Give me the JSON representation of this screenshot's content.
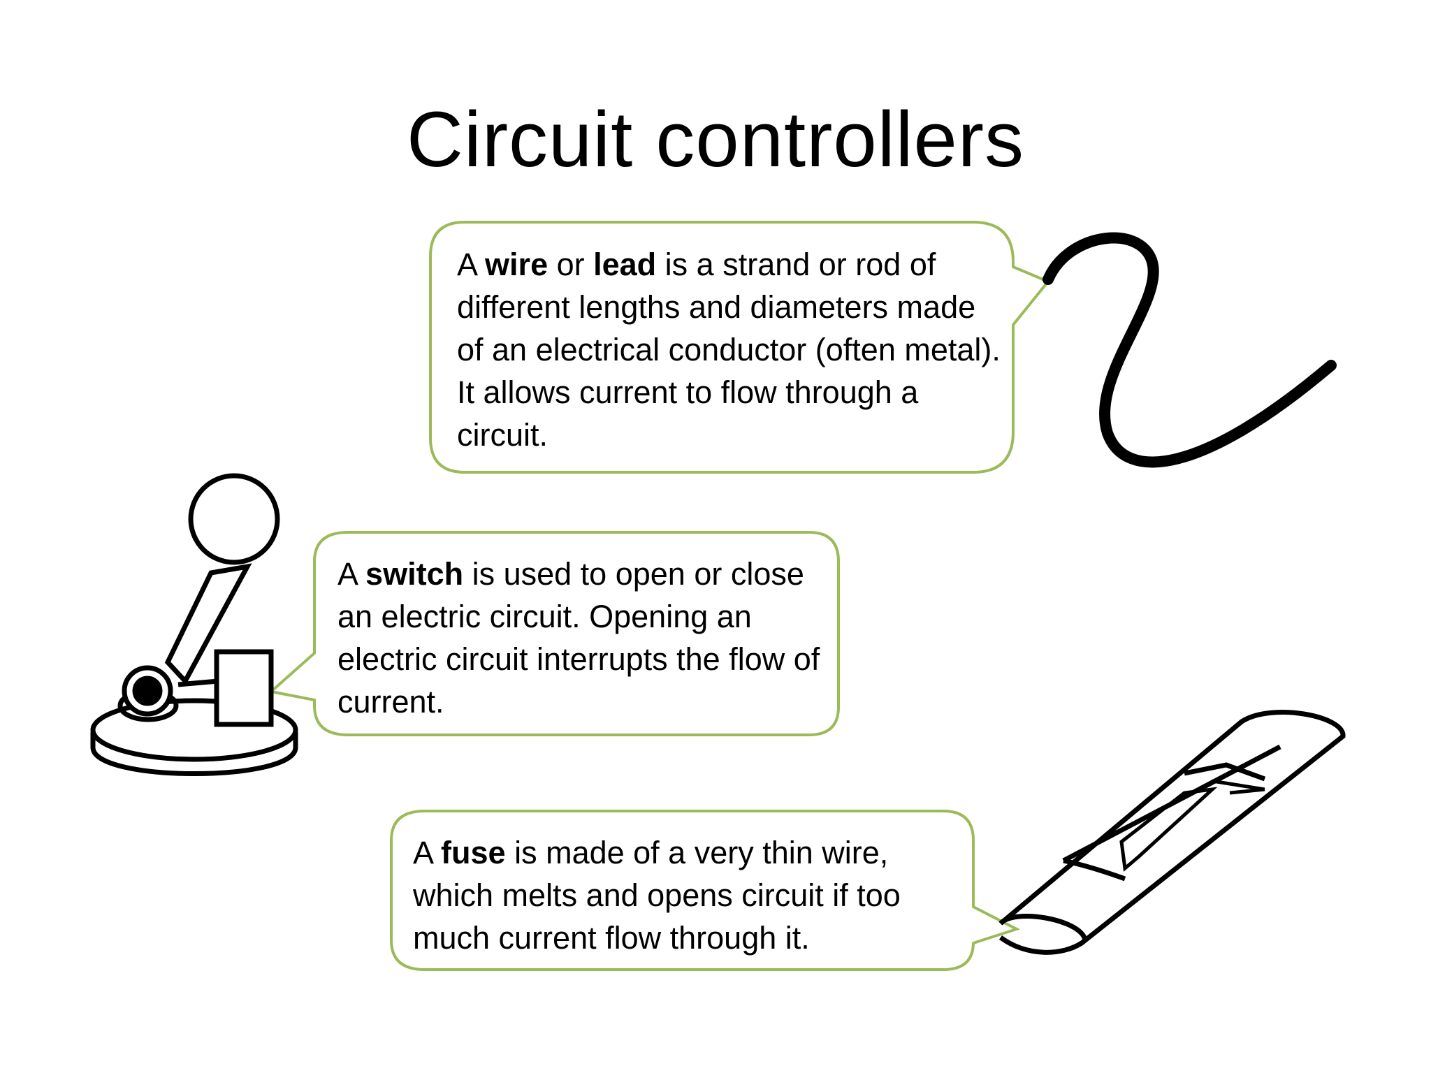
{
  "slide": {
    "title": "Circuit controllers",
    "callouts": {
      "wire": {
        "pre1": "A ",
        "term1": "wire",
        "mid": " or ",
        "term2": "lead",
        "rest": " is a strand or rod of different lengths and diameters made of an electrical conductor (often metal). It allows current to flow through a circuit."
      },
      "switch": {
        "pre": "A ",
        "term": "switch",
        "rest": " is used to open or close an electric circuit. Opening an electric circuit interrupts the flow of current."
      },
      "fuse": {
        "pre": "A ",
        "term": "fuse",
        "rest": " is made of a very thin wire, which melts and opens circuit if too much current flow through it."
      }
    },
    "illustrations": [
      "wire-illustration",
      "switch-illustration",
      "fuse-illustration"
    ],
    "colors": {
      "callout_border": "#9bbb59",
      "text": "#000000",
      "background": "#ffffff"
    }
  }
}
